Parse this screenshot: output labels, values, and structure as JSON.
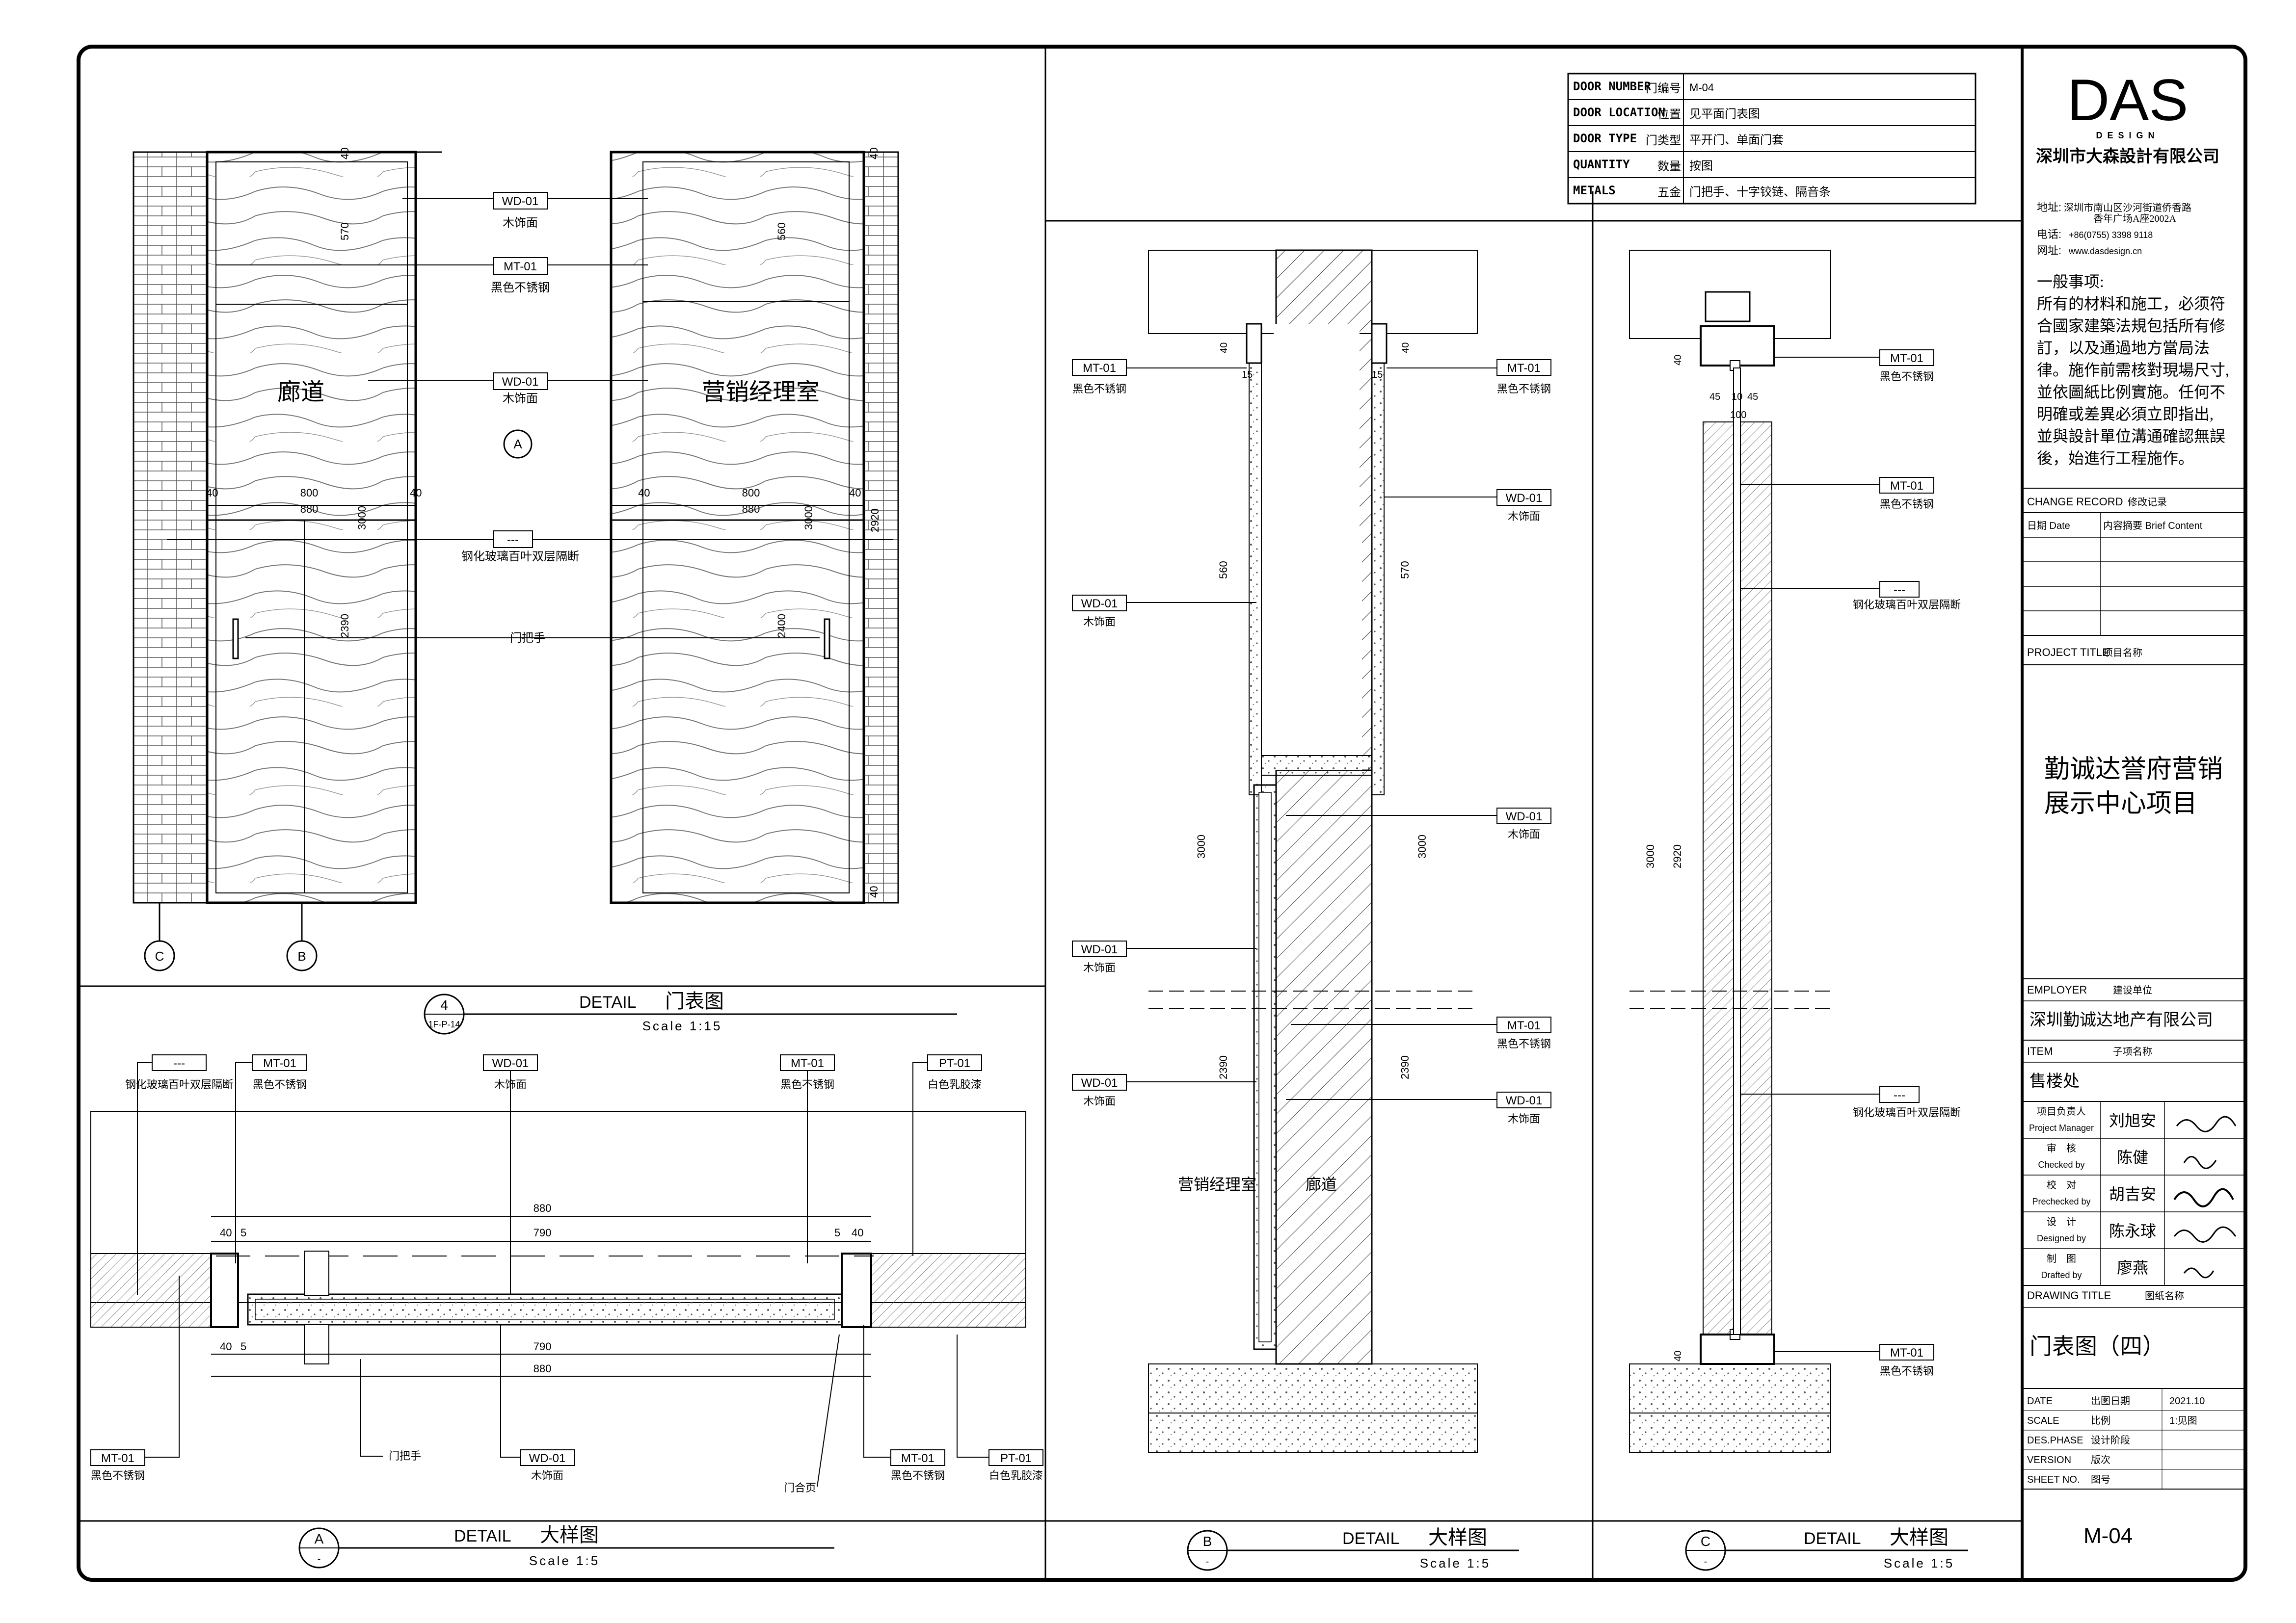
{
  "door_schedule": {
    "rows": [
      {
        "en": "DOOR NUMBER",
        "cn": "门编号",
        "value": "M-04"
      },
      {
        "en": "DOOR LOCATION",
        "cn": "位置",
        "value": "见平面门表图"
      },
      {
        "en": "DOOR TYPE",
        "cn": "门类型",
        "value": "平开门、单面门套"
      },
      {
        "en": "QUANTITY",
        "cn": "数量",
        "value": "按图"
      },
      {
        "en": "METALS",
        "cn": "五金",
        "value": "门把手、十字铰链、隔音条"
      }
    ]
  },
  "company": {
    "logo": "DAS",
    "logo_sub": "DESIGN",
    "name": "深圳市大森設計有限公司",
    "address_label": "地址:",
    "address_1": "深圳市南山区沙河街道侨香路",
    "address_2": "香年广场A座2002A",
    "phone_label": "电话:",
    "phone": "+86(0755) 3398 9118",
    "web_label": "网址:",
    "web": "www.dasdesign.cn"
  },
  "notes": {
    "title": "一般事项:",
    "lines": [
      "所有的材料和施工，必须符",
      "合國家建築法規包括所有修",
      "訂，以及通過地方當局法",
      "律。施作前需核對現場尺寸,",
      "並依圖紙比例實施。任何不",
      "明確或差異必須立即指出,",
      "並與設計單位溝通確認無誤",
      "後，始進行工程施作。"
    ]
  },
  "change_record": {
    "title": "CHANGE RECORD",
    "title_cn": "修改记录",
    "date_label": "日期 Date",
    "content_label": "内容摘要  Brief Content"
  },
  "project": {
    "label": "PROJECT TITLE",
    "label_cn": "项目名称",
    "line1": "勤诚达誉府营销",
    "line2": "展示中心项目"
  },
  "employer": {
    "label": "EMPLOYER",
    "label_cn": "建设单位",
    "value": "深圳勤诚达地产有限公司"
  },
  "item": {
    "label": "ITEM",
    "label_cn": "子项名称",
    "value": "售楼处"
  },
  "signoffs": [
    {
      "cn": "项目负责人",
      "en": "Project Manager",
      "name": "刘旭安"
    },
    {
      "cn": "审　核",
      "en": "Checked by",
      "name": "陈健"
    },
    {
      "cn": "校　对",
      "en": "Prechecked by",
      "name": "胡吉安"
    },
    {
      "cn": "设　计",
      "en": "Designed by",
      "name": "陈永球"
    },
    {
      "cn": "制　图",
      "en": "Drafted by",
      "name": "廖燕"
    }
  ],
  "drawing": {
    "label": "DRAWING TITLE",
    "label_cn": "图纸名称",
    "value": "门表图（四）"
  },
  "meta": [
    {
      "en": "DATE",
      "cn": "出图日期",
      "value": "2021.10"
    },
    {
      "en": "SCALE",
      "cn": "比例",
      "value": "1:见图"
    },
    {
      "en": "DES.PHASE",
      "cn": "设计阶段",
      "value": ""
    },
    {
      "en": "VERSION",
      "cn": "版次",
      "value": ""
    },
    {
      "en": "SHEET NO.",
      "cn": "图号",
      "value": ""
    }
  ],
  "sheet_no": "M-04",
  "titles": {
    "detail_4": {
      "num": "4",
      "ref": "1F-P-14",
      "word": "DETAIL",
      "cn": "门表图",
      "scale": "Scale 1:15"
    },
    "detail_a": {
      "num": "A",
      "ref": "-",
      "word": "DETAIL",
      "cn": "大样图",
      "scale": "Scale 1:5"
    },
    "detail_b": {
      "num": "B",
      "ref": "-",
      "word": "DETAIL",
      "cn": "大样图",
      "scale": "Scale 1:5"
    },
    "detail_c": {
      "num": "C",
      "ref": "-",
      "word": "DETAIL",
      "cn": "大样图",
      "scale": "Scale 1:5"
    }
  },
  "materials": {
    "wd01_code": "WD-01",
    "wd01": "木饰面",
    "mt01_code": "MT-01",
    "mt01": "黑色不锈钢",
    "pt01_code": "PT-01",
    "pt01": "白色乳胶漆",
    "glass_code": "---",
    "glass": "钢化玻璃百叶双层隔断",
    "handle": "门把手",
    "hinge": "门合页"
  },
  "rooms": {
    "corridor": "廊道",
    "office": "营销经理室"
  },
  "dims": {
    "d40": "40",
    "d570": "570",
    "d560": "560",
    "d800": "800",
    "d880": "880",
    "d3000": "3000",
    "d2390": "2390",
    "d2400": "2400",
    "d2920": "2920",
    "d790": "790",
    "d5": "5",
    "d15": "15",
    "d45": "45",
    "d10": "10",
    "d100": "100"
  },
  "section_labels": {
    "a": "A",
    "b": "B",
    "c": "C"
  }
}
